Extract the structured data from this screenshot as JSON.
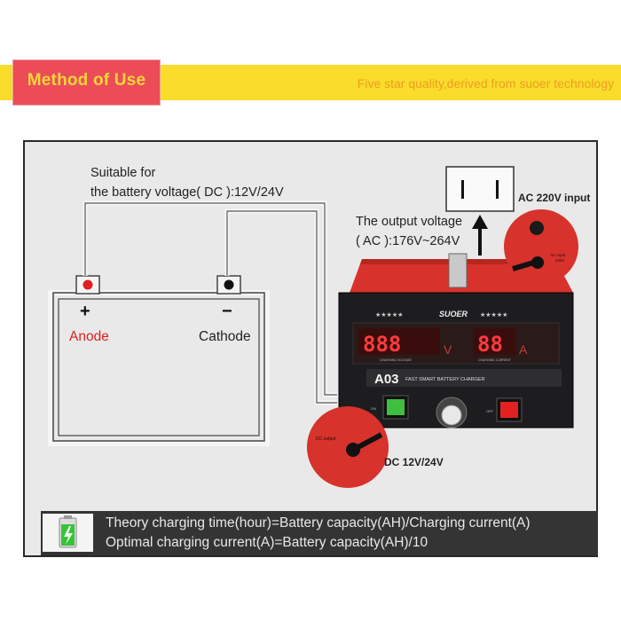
{
  "banner": {
    "title": "Method of Use",
    "subtitle": "Five star quality,derived from suoer technology"
  },
  "diagram": {
    "suitable_line1": "Suitable for",
    "suitable_line2": "the battery voltage( DC ):12V/24V",
    "output_line1": "The output voltage",
    "output_line2": "( AC ):176V~264V",
    "ac_input_label": "AC 220V input",
    "dc_label": "DC 12V/24V",
    "anode_sign": "+",
    "anode_label": "Anode",
    "cathode_sign": "−",
    "cathode_label": "Cathode",
    "charger": {
      "brand": "SUOER",
      "model": "A03",
      "subtitle": "FAST SMART BATTERY CHARGER",
      "volt_display": "888",
      "amp_display": "88",
      "volt_unit": "V",
      "amp_unit": "A",
      "volt_caption": "CHARGING VOLTAGE",
      "amp_caption": "CHARGING CURRENT",
      "stars": "★★★★★",
      "ac_inset_text": "AC input",
      "ac_inset_text2": "220V",
      "dc_inset_text": "DC output",
      "switch_left_label": "ON",
      "switch_right_label": "OFF"
    }
  },
  "formulas": {
    "line1": "Theory charging time(hour)=Battery capacity(AH)/Charging current(A)",
    "line2": "Optimal charging current(A)=Battery capacity(AH)/10"
  },
  "colors": {
    "banner_yellow": "#f9dc2c",
    "banner_red": "#ec4c58",
    "anode_red": "#e02020",
    "charger_red": "#d8322c",
    "charger_black": "#1d1d1f"
  }
}
